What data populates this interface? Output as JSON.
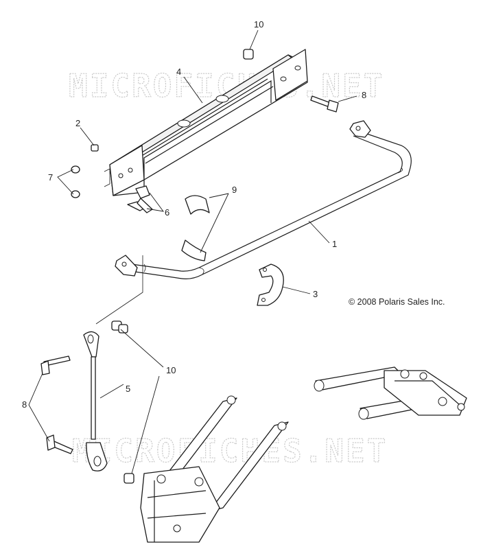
{
  "watermark": {
    "text": "MICROFICHES.NET"
  },
  "copyright": "© 2008 Polaris Sales Inc.",
  "callouts": {
    "c1": "1",
    "c2": "2",
    "c3": "3",
    "c4": "4",
    "c5": "5",
    "c6": "6",
    "c7": "7",
    "c8_top": "8",
    "c8_left": "8",
    "c9": "9",
    "c10_top": "10",
    "c10_mid": "10"
  },
  "parts": [
    {
      "id": "1",
      "name": "stabilizer-bar"
    },
    {
      "id": "2",
      "name": "small-nut"
    },
    {
      "id": "3",
      "name": "bar-clamp"
    },
    {
      "id": "4",
      "name": "mounting-bracket"
    },
    {
      "id": "5",
      "name": "link-rod"
    },
    {
      "id": "6",
      "name": "pins"
    },
    {
      "id": "7",
      "name": "nuts"
    },
    {
      "id": "8",
      "name": "bolts"
    },
    {
      "id": "9",
      "name": "bushings"
    },
    {
      "id": "10",
      "name": "flange-nuts"
    }
  ]
}
